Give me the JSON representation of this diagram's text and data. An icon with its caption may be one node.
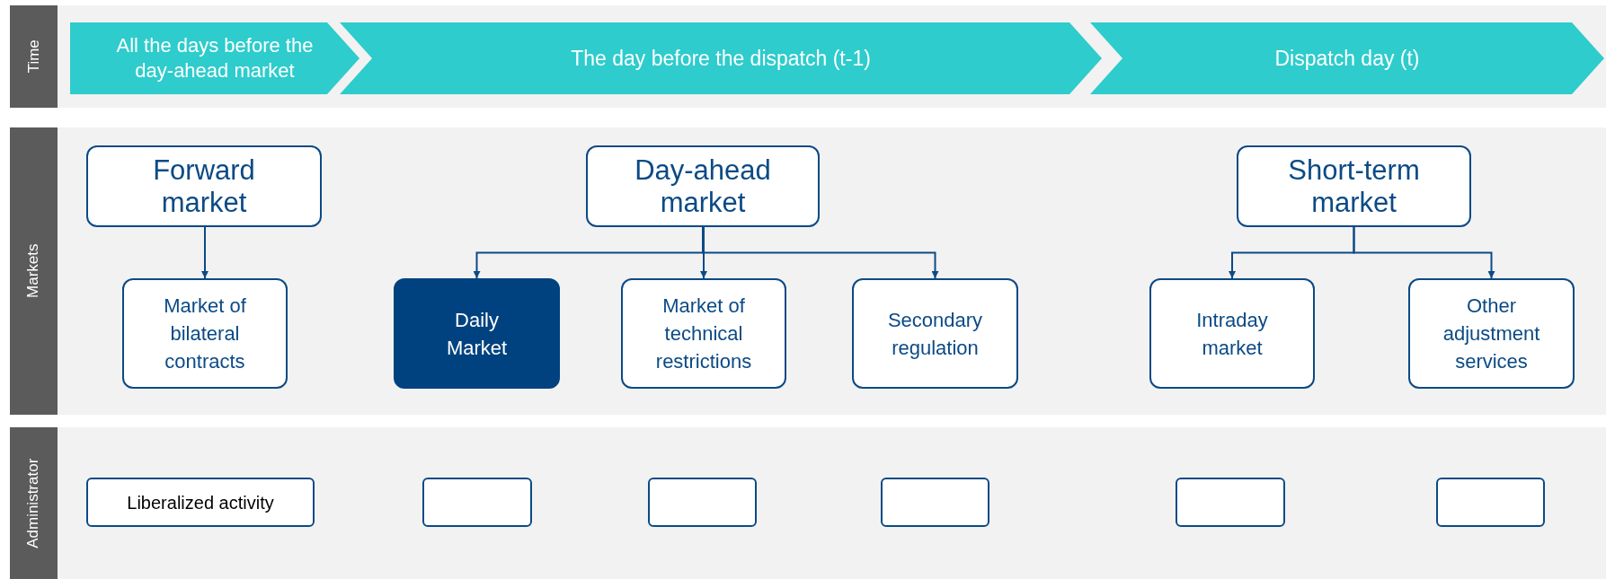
{
  "diagram": {
    "nodes": [
      {
        "text": [
          "Time"
        ]
      },
      {
        "text": [
          "All the days before the day-ahead market"
        ]
      },
      {
        "text": [
          "The day before the dispatch (t-1)"
        ]
      },
      {
        "text": [
          "Dispatch day (t)"
        ]
      },
      {
        "text": [
          "Markets"
        ]
      },
      {
        "text": [
          "Forward market"
        ]
      },
      {
        "text": [
          "Day-ahead market"
        ]
      },
      {
        "text": [
          "Short-term market"
        ]
      },
      {
        "text": [
          "Market of bilateral contracts"
        ]
      },
      {
        "text": [
          "Daily Market"
        ]
      },
      {
        "text": [
          "Market of technical restrictions"
        ]
      },
      {
        "text": [
          "Secondary regulation"
        ]
      },
      {
        "text": [
          "Intraday market"
        ]
      },
      {
        "text": [
          "Other adjustment services"
        ]
      },
      {
        "text": [
          "Administrator"
        ]
      },
      {
        "text": [
          "Liberalized activity"
        ]
      },
      {
        "text": [],
        "shape": "box"
      },
      {
        "text": [],
        "shape": "box"
      },
      {
        "text": [],
        "shape": "box"
      },
      {
        "text": [],
        "shape": "box"
      },
      {
        "text": [],
        "shape": "box"
      }
    ],
    "edges": [
      {
        "from": 5,
        "to": 8,
        "arrow": "to"
      },
      {
        "from": 6,
        "to": 9,
        "arrow": "to"
      },
      {
        "from": 6,
        "to": 10,
        "arrow": "to"
      },
      {
        "from": 6,
        "to": 11,
        "arrow": "to"
      },
      {
        "from": 7,
        "to": 12,
        "arrow": "to"
      },
      {
        "from": 7,
        "to": 13,
        "arrow": "to"
      }
    ]
  }
}
